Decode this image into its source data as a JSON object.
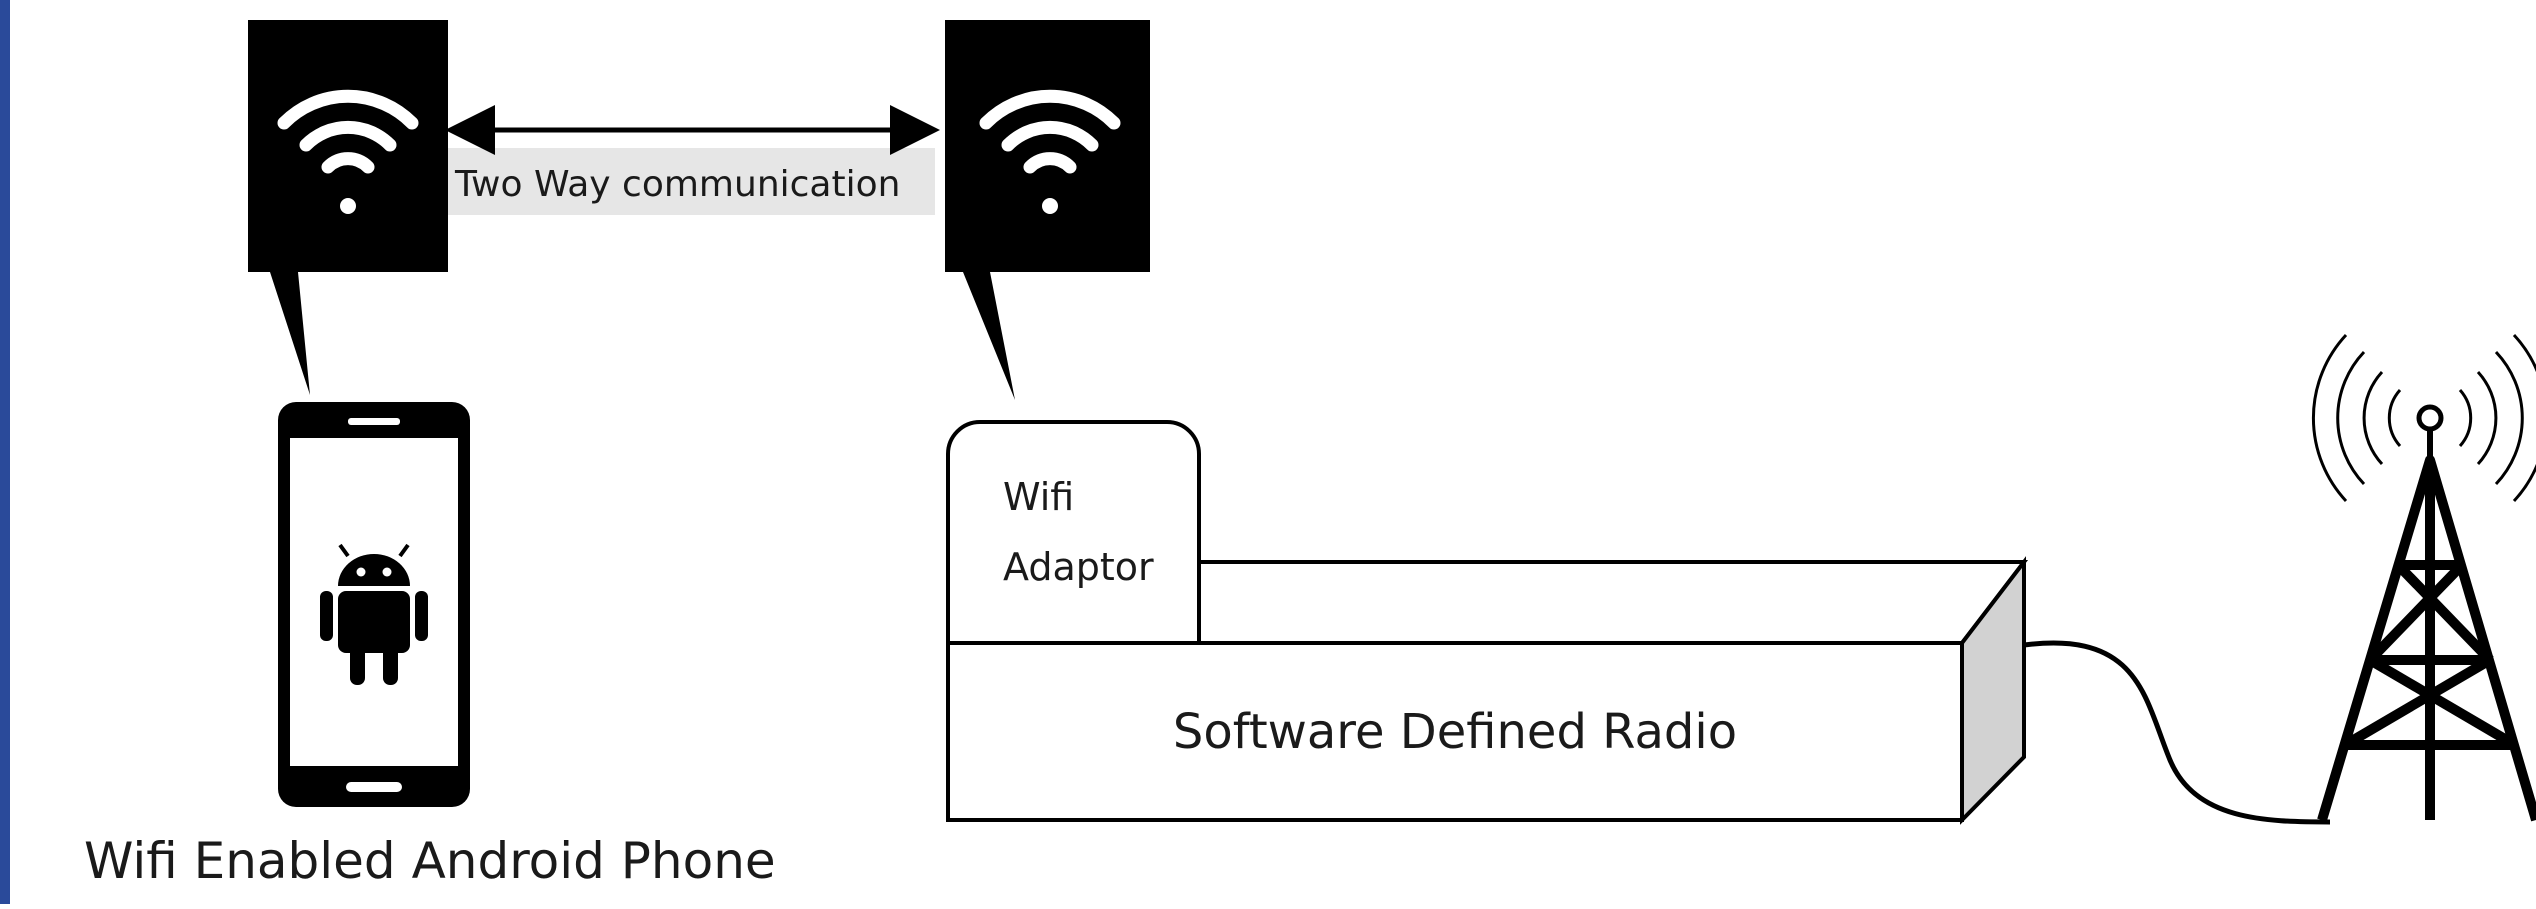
{
  "diagram": {
    "link_label": "Two Way communication",
    "adaptor_label_line1": "Wifi",
    "adaptor_label_line2": "Adaptor",
    "sdr_label": "Software Defined Radio",
    "phone_caption": "Wifi Enabled Android Phone"
  },
  "icons": {
    "left_bubble": "wifi-icon",
    "right_bubble": "wifi-icon",
    "phone_os": "android-icon",
    "tower": "cell-tower-icon"
  },
  "colors": {
    "frame": "#2a4a9a",
    "ink": "#000000",
    "box_side": "#d2d2d2",
    "link_band": "#e6e6e6"
  }
}
